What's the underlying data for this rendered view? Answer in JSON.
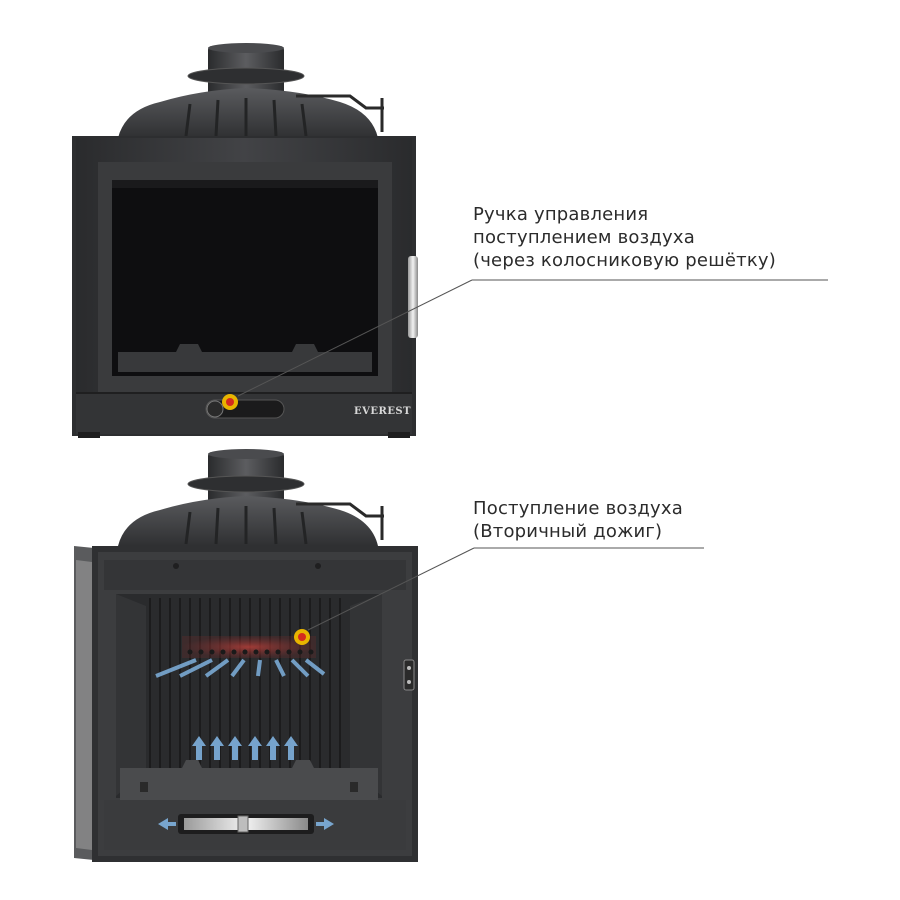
{
  "annotations": {
    "top": {
      "lines": [
        "Ручка управления",
        "поступлением воздуха",
        "(через колосниковую решётку)"
      ]
    },
    "bottom": {
      "lines": [
        "Поступление воздуха",
        "(Вторичный дожиг)"
      ]
    }
  },
  "brand": {
    "logo_text": "EVEREST"
  },
  "colors": {
    "body": "#3a3b3d",
    "frame": "#2c2d2f",
    "glass": "#0d0d0f",
    "marker_outer": "#e8b400",
    "marker_inner": "#d42a1e",
    "airflow": "#6fa8dc",
    "leader_line": "#555555"
  }
}
